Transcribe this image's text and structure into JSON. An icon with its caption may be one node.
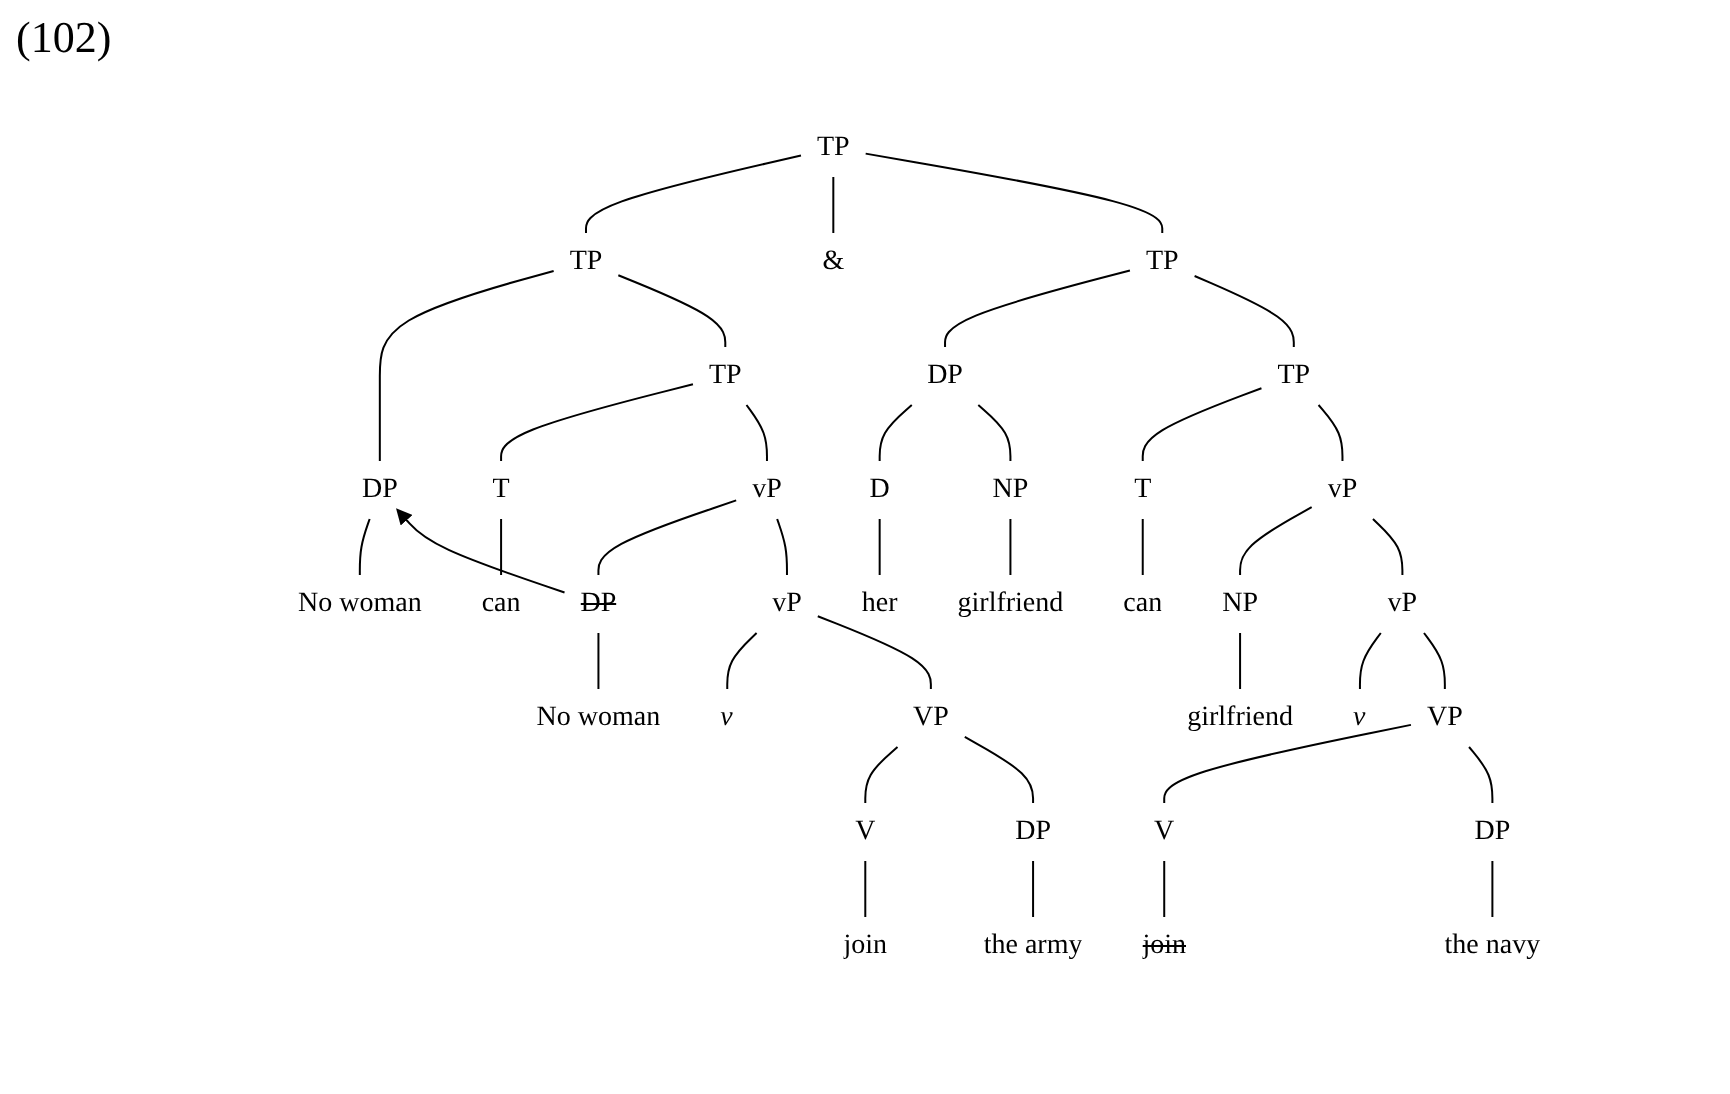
{
  "diagram": {
    "nodes": [
      {
        "text": [
          "TP"
        ]
      },
      {
        "text": [
          "TP"
        ]
      },
      {
        "text": [
          "&"
        ]
      },
      {
        "text": [
          "TP"
        ]
      },
      {
        "text": [
          "DP"
        ]
      },
      {
        "text": [
          "No woman"
        ]
      },
      {
        "text": [
          "TP"
        ]
      },
      {
        "text": [
          "T"
        ]
      },
      {
        "text": [
          "can"
        ]
      },
      {
        "text": [
          "vP"
        ]
      },
      {
        "text": [
          "DP"
        ]
      },
      {
        "text": [
          "No woman"
        ]
      },
      {
        "text": [
          "vP"
        ]
      },
      {
        "text": [
          "*v*"
        ]
      },
      {
        "text": [
          "VP"
        ]
      },
      {
        "text": [
          "V"
        ]
      },
      {
        "text": [
          "join"
        ]
      },
      {
        "text": [
          "DP"
        ]
      },
      {
        "text": [
          "the army"
        ]
      },
      {
        "text": [
          "DP"
        ]
      },
      {
        "text": [
          "D"
        ]
      },
      {
        "text": [
          "her"
        ]
      },
      {
        "text": [
          "NP"
        ]
      },
      {
        "text": [
          "girlfriend"
        ]
      },
      {
        "text": [
          "TP"
        ]
      },
      {
        "text": [
          "T"
        ]
      },
      {
        "text": [
          "can"
        ]
      },
      {
        "text": [
          "vP"
        ]
      },
      {
        "text": [
          "NP"
        ]
      },
      {
        "text": [
          "girlfriend"
        ]
      },
      {
        "text": [
          "vP"
        ]
      },
      {
        "text": [
          "*v*"
        ]
      },
      {
        "text": [
          "VP"
        ]
      },
      {
        "text": [
          "V"
        ]
      },
      {
        "text": [
          "join"
        ]
      },
      {
        "text": [
          "DP"
        ]
      },
      {
        "text": [
          "the navy"
        ]
      }
    ],
    "edges": [
      {
        "from": 0,
        "to": 1,
        "arrow": "none"
      },
      {
        "from": 0,
        "to": 2,
        "arrow": "none"
      },
      {
        "from": 0,
        "to": 3,
        "arrow": "none"
      },
      {
        "from": 1,
        "to": 4,
        "arrow": "none"
      },
      {
        "from": 1,
        "to": 6,
        "arrow": "none"
      },
      {
        "from": 4,
        "to": 5,
        "arrow": "none"
      },
      {
        "from": 6,
        "to": 7,
        "arrow": "none"
      },
      {
        "from": 6,
        "to": 9,
        "arrow": "none"
      },
      {
        "from": 7,
        "to": 8,
        "arrow": "none"
      },
      {
        "from": 9,
        "to": 10,
        "arrow": "none"
      },
      {
        "from": 9,
        "to": 12,
        "arrow": "none"
      },
      {
        "from": 10,
        "to": 11,
        "arrow": "none"
      },
      {
        "from": 12,
        "to": 13,
        "arrow": "none"
      },
      {
        "from": 12,
        "to": 14,
        "arrow": "none"
      },
      {
        "from": 14,
        "to": 15,
        "arrow": "none"
      },
      {
        "from": 14,
        "to": 17,
        "arrow": "none"
      },
      {
        "from": 15,
        "to": 16,
        "arrow": "none"
      },
      {
        "from": 17,
        "to": 18,
        "arrow": "none"
      },
      {
        "from": 3,
        "to": 19,
        "arrow": "none"
      },
      {
        "from": 3,
        "to": 24,
        "arrow": "none"
      },
      {
        "from": 19,
        "to": 20,
        "arrow": "none"
      },
      {
        "from": 19,
        "to": 22,
        "arrow": "none"
      },
      {
        "from": 20,
        "to": 21,
        "arrow": "none"
      },
      {
        "from": 22,
        "to": 23,
        "arrow": "none"
      },
      {
        "from": 24,
        "to": 25,
        "arrow": "none"
      },
      {
        "from": 24,
        "to": 27,
        "arrow": "none"
      },
      {
        "from": 25,
        "to": 26,
        "arrow": "none"
      },
      {
        "from": 27,
        "to": 28,
        "arrow": "none"
      },
      {
        "from": 27,
        "to": 30,
        "arrow": "none"
      },
      {
        "from": 28,
        "to": 29,
        "arrow": "none"
      },
      {
        "from": 30,
        "to": 31,
        "arrow": "none"
      },
      {
        "from": 30,
        "to": 32,
        "arrow": "none"
      },
      {
        "from": 32,
        "to": 33,
        "arrow": "none"
      },
      {
        "from": 32,
        "to": 35,
        "arrow": "none"
      },
      {
        "from": 33,
        "to": 34,
        "arrow": "none"
      },
      {
        "from": 35,
        "to": 36,
        "arrow": "none"
      },
      {
        "from": 10,
        "to": 4,
        "arrow": "to"
      }
    ],
    "labels": [
      "(102)"
    ]
  }
}
